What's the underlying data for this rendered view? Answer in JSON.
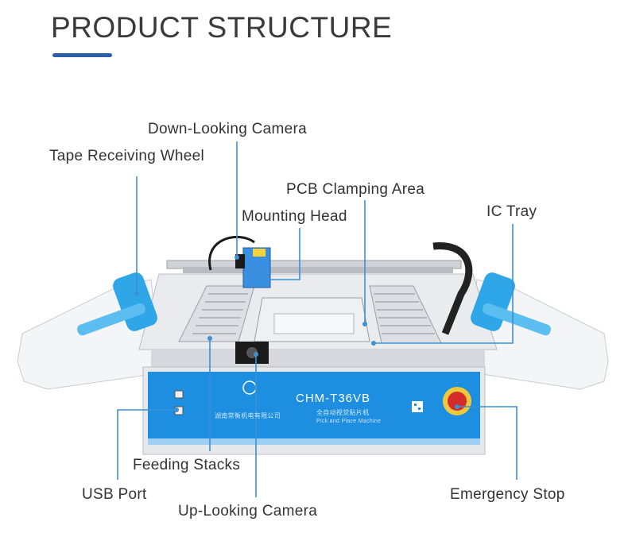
{
  "header": {
    "title": "PRODUCT STRUCTURE"
  },
  "labels": {
    "down_camera": "Down-Looking Camera",
    "tape_wheel": "Tape Receiving Wheel",
    "pcb_clamp": "PCB Clamping Area",
    "mount_head": "Mounting Head",
    "ic_tray": "IC Tray",
    "feeding_stacks": "Feeding Stacks",
    "usb_port": "USB Port",
    "up_camera": "Up-Looking Camera",
    "emergency_stop": "Emergency Stop"
  },
  "machine": {
    "model": "CHM-T36VB",
    "subtitle_cn": "全自动视觉贴片机",
    "subtitle_en": "Pick and Place Machine",
    "company_cn": "湖南常衡机电有限公司"
  },
  "colors": {
    "accent": "#2d5fa8",
    "leader": "#3d8fd6",
    "panel": "#1e8fe0"
  }
}
